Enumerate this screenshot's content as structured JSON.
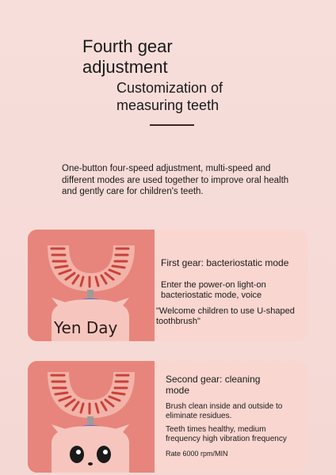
{
  "header": {
    "title_line1": "Fourth gear",
    "title_line2": "adjustment",
    "subtitle_line1": "Customization of",
    "subtitle_line2": "measuring teeth"
  },
  "intro": {
    "text": "One-button four-speed adjustment, multi-speed and different modes are used together to improve oral health and gently care for children's teeth."
  },
  "cards": [
    {
      "title": "First gear: bacteriostatic mode",
      "line1": "Enter the power-on light-on",
      "line2": "bacteriostatic mode, voice",
      "line3": "\"Welcome children to use U-shaped",
      "line4": "toothbrush\"",
      "watermark": "Yen Day"
    },
    {
      "title_line1": "Second gear: cleaning",
      "title_line2": "mode",
      "line1": "Brush clean inside and outside to",
      "line2": "eliminate residues.",
      "line3": "Teeth times healthy, medium",
      "line4": "frequency high vibration frequency",
      "line5": "Rate 6000 rpm/MIN"
    }
  ],
  "colors": {
    "page_bg": "#f6dcd8",
    "card_bg": "#f9d6d0",
    "brush_red": "#e0675f",
    "head_pink": "#f2b3a8",
    "bristle_red": "#c9413a"
  }
}
